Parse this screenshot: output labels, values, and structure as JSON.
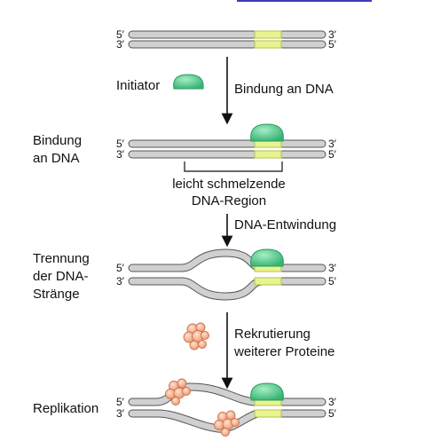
{
  "colors": {
    "strand_fill": "#d0d0d0",
    "strand_stroke": "#555555",
    "melt_region": "#e8f490",
    "melt_region_stroke": "#b5c24a",
    "initiator": "#4fc98a",
    "initiator_light": "#a6eec4",
    "recruited_protein": "#f5a982",
    "recruited_protein_stroke": "#c8744e",
    "arrow": "#111111",
    "top_bar": "#3b3bb8"
  },
  "labels": {
    "five_prime": "5′",
    "three_prime": "3′",
    "initiator": "Initiator",
    "binding_step": "Bindung an DNA",
    "binding_stage_line1": "Bindung",
    "binding_stage_line2": "an DNA",
    "melting_region_line1": "leicht schmelzende",
    "melting_region_line2": "DNA-Region",
    "unwinding_step": "DNA-Entwindung",
    "separation_stage_line1": "Trennung",
    "separation_stage_line2": "der DNA-",
    "separation_stage_line3": "Stränge",
    "recruitment_line1": "Rekrutierung",
    "recruitment_line2": "weiterer Proteine",
    "replication_stage": "Replikation"
  },
  "icons": [
    "initiator-protein-icon",
    "recruited-protein-icon",
    "down-arrow-icon"
  ]
}
